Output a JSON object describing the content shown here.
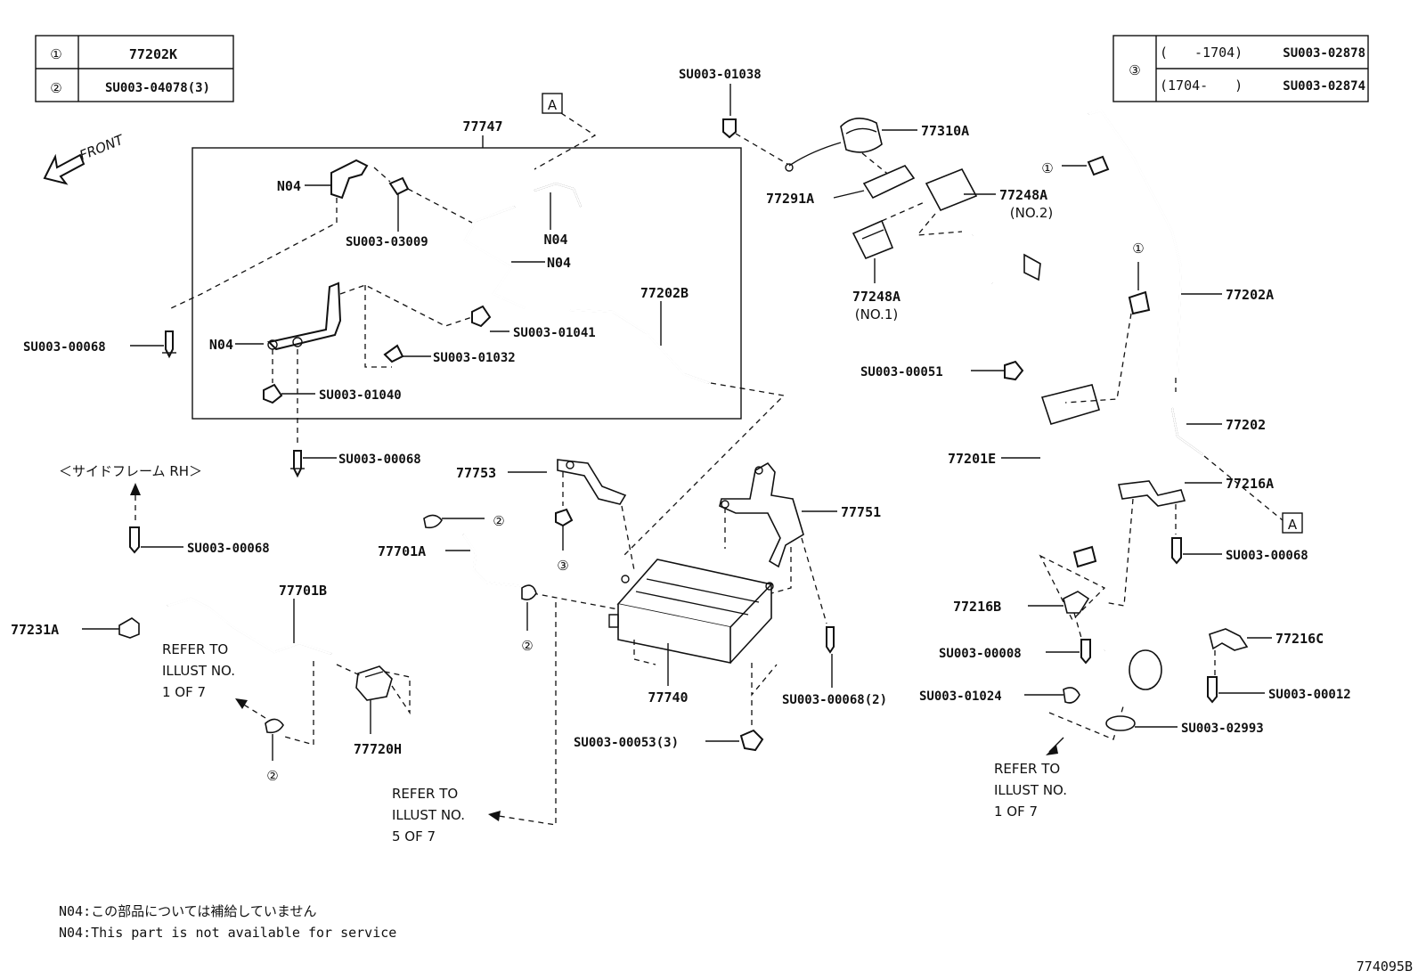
{
  "legend_left": [
    {
      "num": "①",
      "part": "77202K"
    },
    {
      "num": "②",
      "part": "SU003-04078(3)"
    }
  ],
  "legend_right": {
    "num": "③",
    "rows": [
      {
        "range": "(　　-1704)",
        "part": "SU003-02878"
      },
      {
        "range": "(1704-　　)",
        "part": "SU003-02874"
      }
    ]
  },
  "front_label": "FRONT",
  "ref_marker": "A",
  "labels": {
    "p77747": "77747",
    "n04_a": "N04",
    "n04_b": "N04",
    "n04_c": "N04",
    "n04_d": "N04",
    "su03009": "SU003-03009",
    "su00068_a": "SU003-00068",
    "su01041": "SU003-01041",
    "p77202b": "77202B",
    "su01032": "SU003-01032",
    "su01040": "SU003-01040",
    "su00068_b": "SU003-00068",
    "su01038": "SU003-01038",
    "p77310a": "77310A",
    "p77291a": "77291A",
    "p77248a_2": "77248A",
    "no2": "(NO.2)",
    "p77248a_1": "77248A",
    "no1": "(NO.1)",
    "su00051": "SU003-00051",
    "p77202a": "77202A",
    "p77202": "77202",
    "p77201e": "77201E",
    "p77216a": "77216A",
    "su00068_r": "SU003-00068",
    "p77216b": "77216B",
    "su00008": "SU003-00008",
    "su01024": "SU003-01024",
    "p77216c": "77216C",
    "su00012": "SU003-00012",
    "su02993": "SU003-02993",
    "side_frame": "＜サイドフレーム RH＞",
    "su00068_c": "SU003-00068",
    "p77753": "77753",
    "p77751": "77751",
    "p77701a": "77701A",
    "p77701b": "77701B",
    "p77231a": "77231A",
    "p77720h": "77720H",
    "p77740": "77740",
    "su00068_2": "SU003-00068(2)",
    "su00053_3": "SU003-00053(3)",
    "circ1_a": "①",
    "circ1_b": "①",
    "circ2_a": "②",
    "circ2_b": "②",
    "circ2_c": "②",
    "circ3": "③"
  },
  "refer_left": [
    "REFER TO",
    "ILLUST NO.",
    "1 OF 7"
  ],
  "refer_center": [
    "REFER TO",
    "ILLUST NO.",
    "5 OF 7"
  ],
  "refer_right": [
    "REFER TO",
    "ILLUST NO.",
    "1 OF 7"
  ],
  "notes": [
    "N04:この部品については補給していません",
    "N04:This part is not available for service"
  ],
  "diagram_id": "774095B"
}
